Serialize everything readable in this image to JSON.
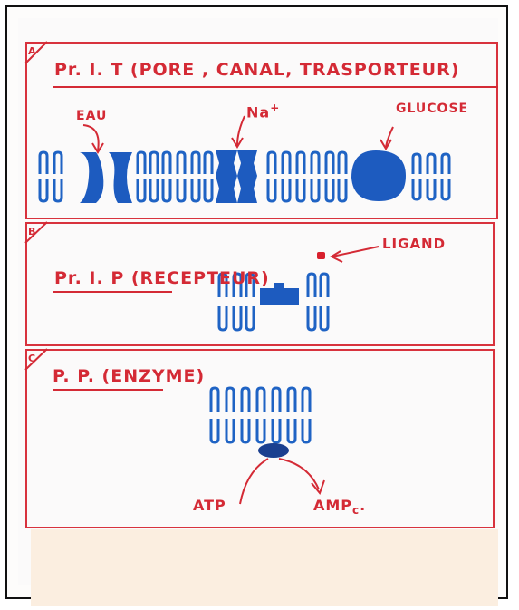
{
  "panels": [
    {
      "letter": "A",
      "title": "Pr. I. T (PORE , CANAL, TRASPORTEUR)",
      "labels": {
        "water": "EAU",
        "sodium_base": "Na",
        "sodium_charge": "+",
        "glucose": "GLUCOSE"
      }
    },
    {
      "letter": "B",
      "title": "Pr. I. P (RECEPTEUR)",
      "labels": {
        "ligand": "LIGAND"
      }
    },
    {
      "letter": "C",
      "title": "P. P. (ENZYME)",
      "labels": {
        "substrate": "ATP",
        "product": "AMP",
        "product_subscript": "c",
        "product_dot": "."
      }
    }
  ],
  "colors": {
    "ink_red": "#d42a35",
    "membrane_blue": "#1f63c4",
    "protein_blue": "#1d5bbf",
    "enzyme_dark": "#1b3f8f",
    "ligand": "#d8202d",
    "footer_fill": "#fbeee0"
  }
}
